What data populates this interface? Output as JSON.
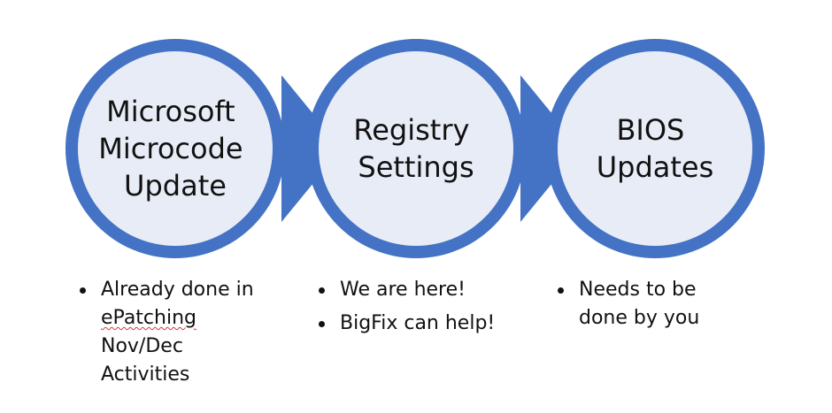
{
  "colors": {
    "ring": "#4472c4",
    "fill": "#e8ecf6",
    "text": "#111111",
    "spellcheck": "#d23a3a"
  },
  "stages": [
    {
      "title_lines": [
        "Microsoft",
        "Microcode",
        "Update"
      ],
      "bullets": [
        {
          "lines": [
            "Already done in",
            "ePatching",
            "Nov/Dec",
            "Activities"
          ],
          "spellcheck_line": 1
        }
      ]
    },
    {
      "title_lines": [
        "Registry",
        "Settings"
      ],
      "bullets": [
        {
          "lines": [
            "We are here!"
          ]
        },
        {
          "lines": [
            "BigFix can help!"
          ]
        }
      ]
    },
    {
      "title_lines": [
        "BIOS",
        "Updates"
      ],
      "bullets": [
        {
          "lines": [
            "Needs to be",
            "done by you"
          ]
        }
      ]
    }
  ]
}
